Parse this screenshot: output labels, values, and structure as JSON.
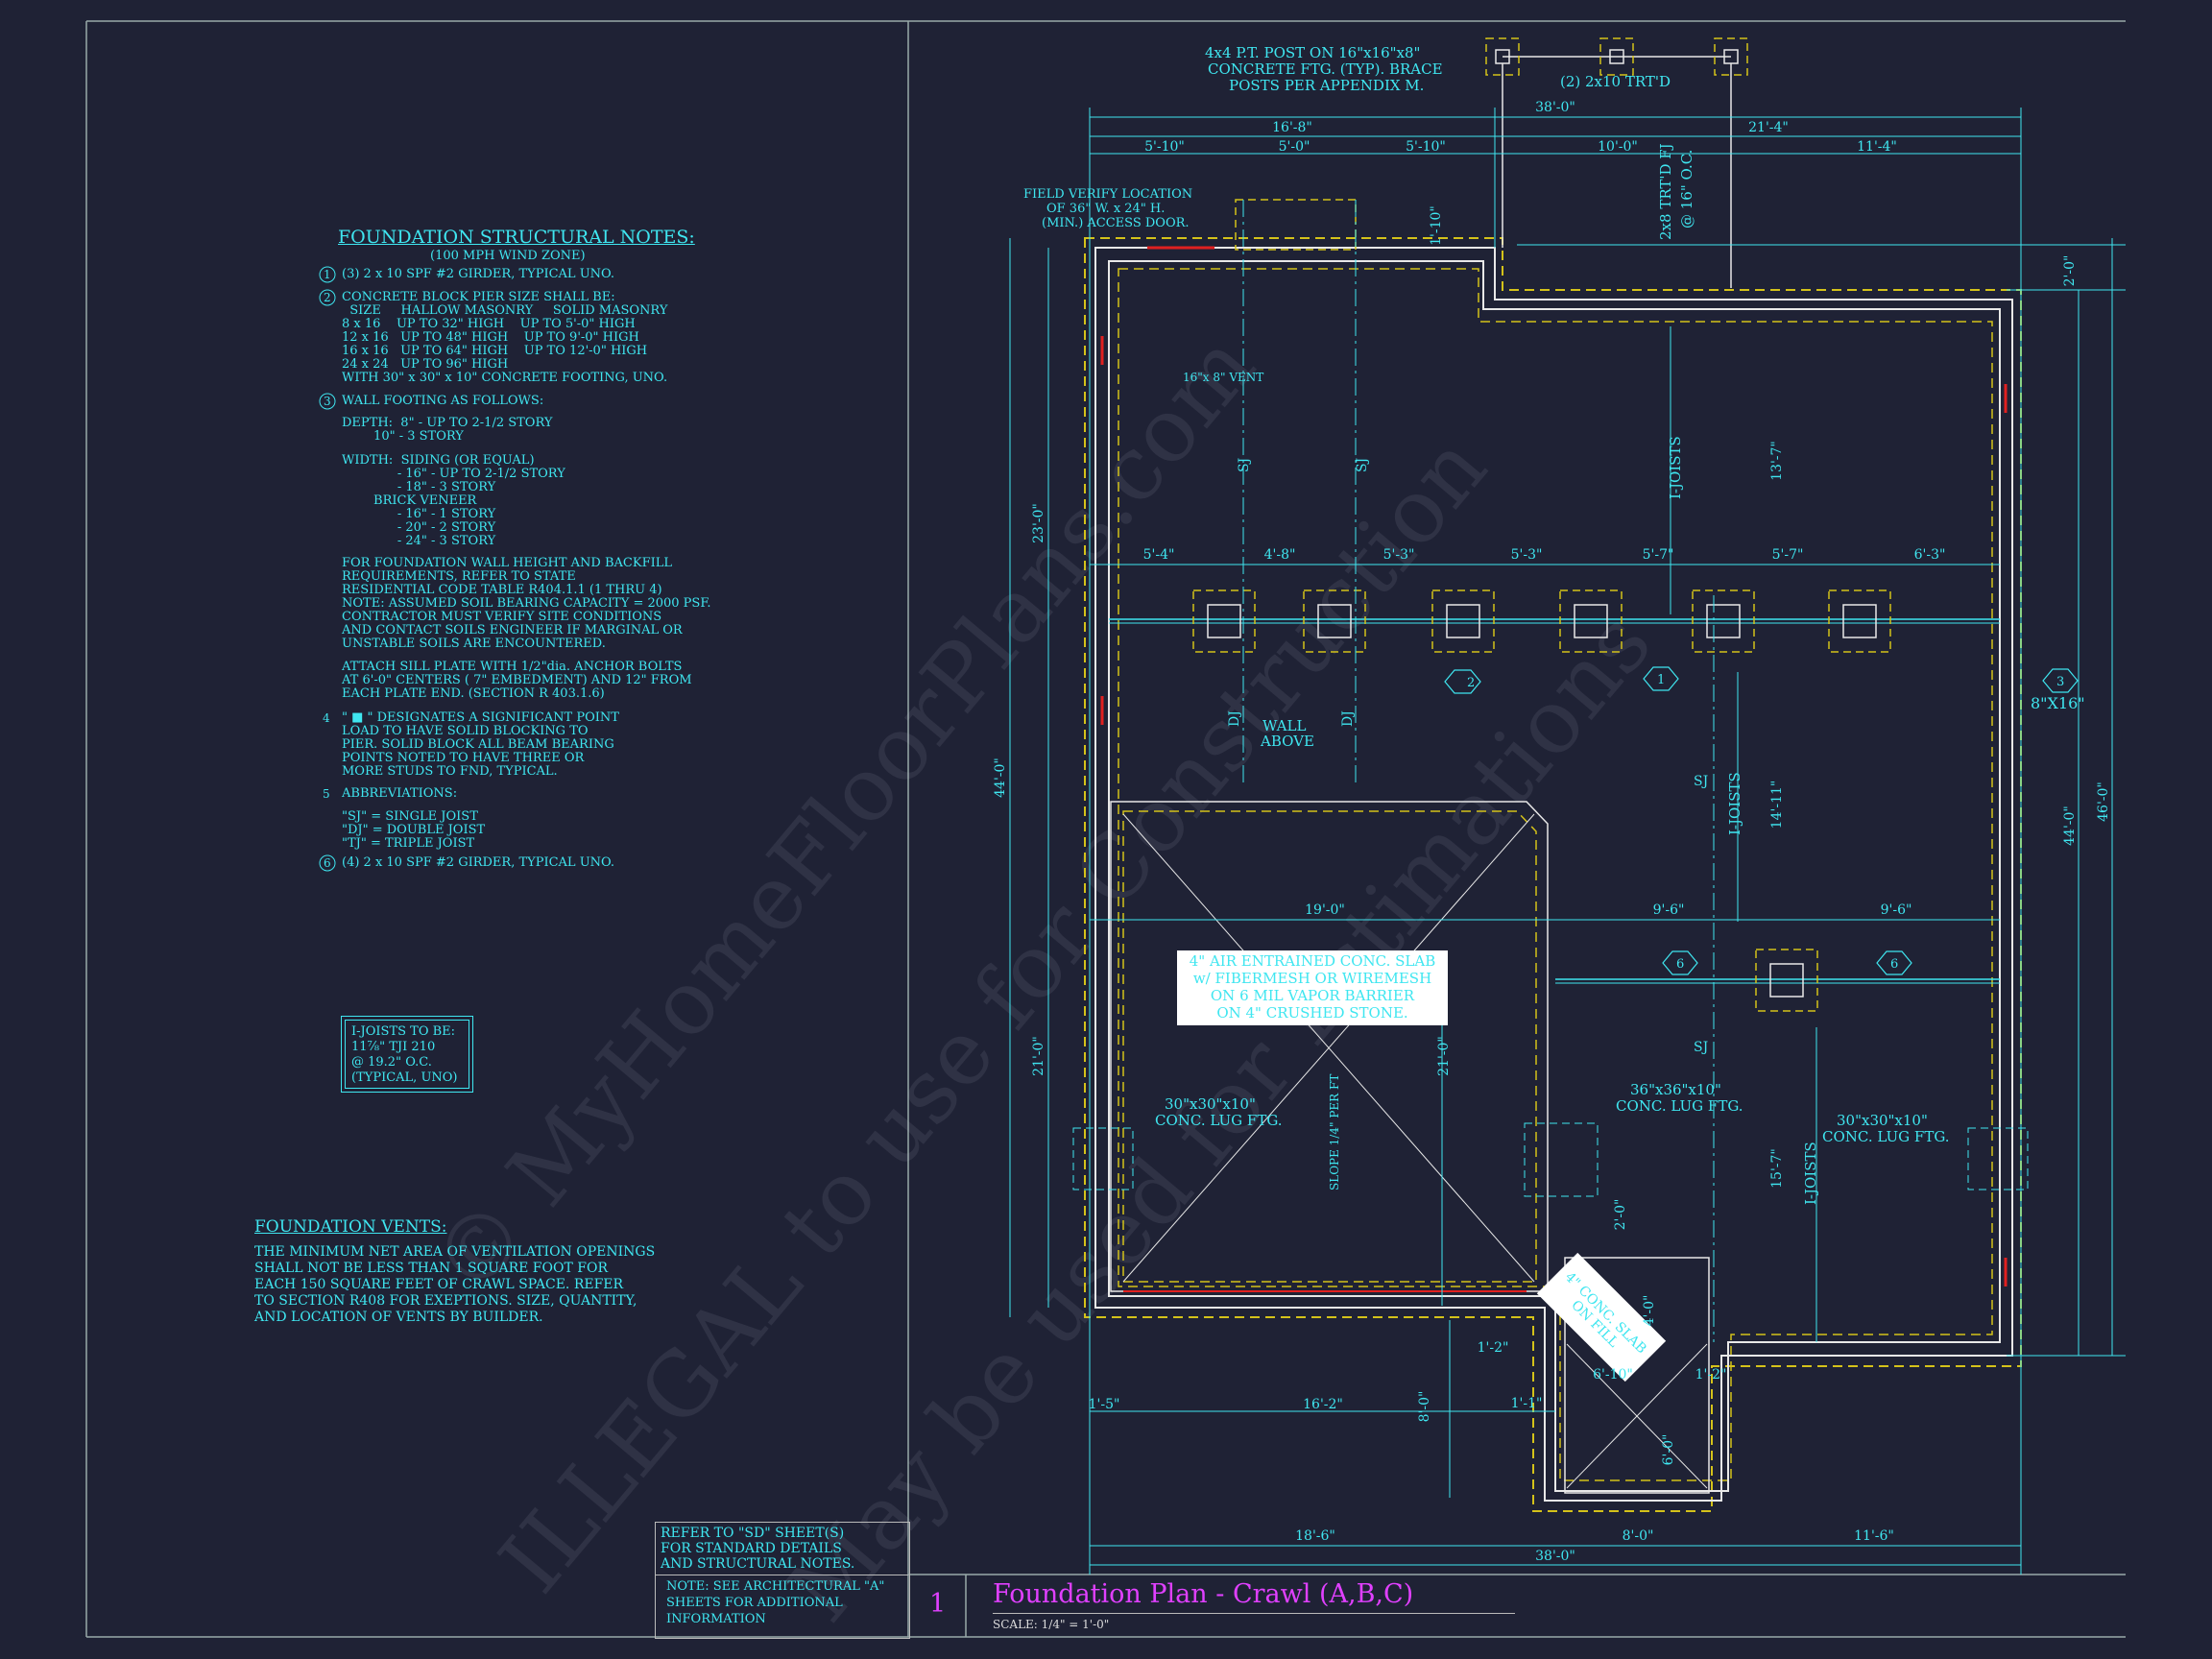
{
  "notes": {
    "title": "FOUNDATION STRUCTURAL NOTES:",
    "subtitle": "(100 MPH WIND ZONE)",
    "items": [
      "(3) 2 x 10 SPF #2 GIRDER, TYPICAL UNO.",
      "CONCRETE BLOCK PIER SIZE SHALL BE:",
      "  SIZE     HALLOW MASONRY     SOLID MASONRY",
      "8 x 16    UP TO 32\" HIGH    UP TO 5'-0\" HIGH",
      "12 x 16   UP TO 48\" HIGH    UP TO 9'-0\" HIGH",
      "16 x 16   UP TO 64\" HIGH    UP TO 12'-0\" HIGH",
      "24 x 24   UP TO 96\" HIGH",
      "WITH 30\" x 30\" x 10\" CONCRETE FOOTING, UNO.",
      "WALL FOOTING AS FOLLOWS:",
      "DEPTH:  8\" - UP TO 2-1/2 STORY",
      "        10\" - 3 STORY",
      "WIDTH:  SIDING (OR EQUAL)",
      "              - 16\" - UP TO 2-1/2 STORY",
      "              - 18\" - 3 STORY",
      "        BRICK VENEER",
      "              - 16\" - 1 STORY",
      "              - 20\" - 2 STORY",
      "              - 24\" - 3 STORY",
      "FOR FOUNDATION WALL HEIGHT AND BACKFILL",
      "REQUIREMENTS, REFER TO STATE",
      "RESIDENTIAL CODE TABLE R404.1.1 (1 THRU 4)",
      "NOTE: ASSUMED SOIL BEARING CAPACITY = 2000 PSF.",
      "CONTRACTOR MUST VERIFY SITE CONDITIONS",
      "AND CONTACT SOILS ENGINEER IF MARGINAL OR",
      "UNSTABLE SOILS ARE ENCOUNTERED.",
      "ATTACH SILL PLATE WITH 1/2\"dia. ANCHOR BOLTS",
      "AT 6'-0\" CENTERS ( 7\" EMBEDMENT) AND 12\" FROM",
      "EACH PLATE END. (SECTION R 403.1.6)",
      "\" ■ \" DESIGNATES A SIGNIFICANT POINT",
      "LOAD TO HAVE SOLID BLOCKING TO",
      "PIER. SOLID BLOCK ALL BEAM BEARING",
      "POINTS NOTED TO HAVE THREE OR",
      "MORE STUDS TO FND, TYPICAL.",
      "ABBREVIATIONS:",
      "\"SJ\" = SINGLE JOIST",
      "\"DJ\" = DOUBLE JOIST",
      "\"TJ\" = TRIPLE JOIST",
      "(4) 2 x 10 SPF #2 GIRDER, TYPICAL UNO."
    ],
    "markers": [
      "1",
      "2",
      "3",
      "4",
      "5",
      "6"
    ]
  },
  "ijoist_box": [
    "I-JOISTS TO BE:",
    "11⅞\" TJI 210",
    "@ 19.2\" O.C.",
    "(TYPICAL, UNO)"
  ],
  "vents": {
    "title": "FOUNDATION VENTS:",
    "lines": [
      "THE MINIMUM NET AREA OF VENTILATION OPENINGS",
      "SHALL NOT BE LESS THAN 1 SQUARE FOOT FOR",
      "EACH 150 SQUARE FEET OF CRAWL SPACE. REFER",
      "TO SECTION R408 FOR EXEPTIONS. SIZE, QUANTITY,",
      "AND LOCATION OF VENTS BY BUILDER."
    ]
  },
  "refer_note": [
    "REFER TO \"SD\" SHEET(S)",
    "FOR STANDARD DETAILS",
    "AND STRUCTURAL NOTES."
  ],
  "arch_note": [
    "NOTE: SEE ARCHITECTURAL \"A\"",
    "SHEETS FOR ADDITIONAL",
    "INFORMATION"
  ],
  "title_block": {
    "number": "1",
    "title": "Foundation Plan - Crawl (A,B,C)",
    "scale": "SCALE: 1/4\" = 1'-0\""
  },
  "watermark": [
    "© MyHomeFloorPlans.com",
    "ILLEGAL to use for Construction",
    "May be used for Estimations"
  ],
  "colors": {
    "background": "#1f2235",
    "cyan": "#3fe6f0",
    "magenta": "#e040ff",
    "yellow": "#d4c21a",
    "red": "#e02020",
    "wall": "#e8e8e8"
  },
  "plan": {
    "post_note": [
      "4x4 P.T. POST ON 16\"x16\"x8\"",
      "CONCRETE FTG. (TYP). BRACE",
      "POSTS PER APPENDIX M."
    ],
    "trtd_beam": "(2) 2x10 TRT'D",
    "trtd_joist": "2x8 TRT'D FJ",
    "trtd_spacing": "@ 16\" O.C.",
    "access_note": [
      "FIELD VERIFY LOCATION",
      "OF 36\" W. x 24\" H.",
      "(MIN.) ACCESS DOOR."
    ],
    "vent": "16\"x 8\" VENT",
    "footing_size": "8\"X16\"",
    "wall_above": [
      "WALL",
      "ABOVE"
    ],
    "slab_note": [
      "4\" AIR ENTRAINED CONC. SLAB",
      "w/ FIBERMESH OR WIREMESH",
      "ON 6 MIL VAPOR BARRIER",
      "ON 4\" CRUSHED STONE."
    ],
    "slope": "SLOPE 1/4\" PER FT",
    "porch_slab": [
      "4\" CONC. SLAB",
      "ON FILL"
    ],
    "lug_left": [
      "30\"x30\"x10\"",
      "CONC. LUG FTG."
    ],
    "lug_mid": [
      "36\"x36\"x10\"",
      "CONC. LUG FTG."
    ],
    "lug_right": [
      "30\"x30\"x10\"",
      "CONC. LUG FTG."
    ],
    "labels": {
      "sj": "SJ",
      "dj": "DJ",
      "ijoists": "I-JOISTS"
    },
    "dims_top": [
      "38'-0\"",
      "16'-8\"",
      "21'-4\"",
      "5'-10\"",
      "5'-0\"",
      "5'-10\"",
      "10'-0\"",
      "11'-4\"",
      "1'-10\""
    ],
    "dims_beam": [
      "5'-4\"",
      "4'-8\"",
      "5'-3\"",
      "5'-3\"",
      "5'-7\"",
      "5'-7\"",
      "6'-3\""
    ],
    "dims_mid": [
      "19'-0\"",
      "9'-6\"",
      "9'-6\""
    ],
    "dims_bottom": [
      "1'-5\"",
      "16'-2\"",
      "1'-2\"",
      "1'-2\"",
      "6'-10\"",
      "18'-6\"",
      "8'-0\"",
      "11'-6\"",
      "38'-0\""
    ],
    "dims_left": [
      "23'-0\"",
      "21'-0\"",
      "44'-0\""
    ],
    "dims_right": [
      "2'-0\"",
      "44'-0\"",
      "46'-0\""
    ],
    "dims_inner": [
      "13'-7\"",
      "14'-11\"",
      "15'-7\"",
      "21'-0\"",
      "8'-0\"",
      "4'-0\"",
      "6'-0\"",
      "2'-0\"",
      "1'-1\""
    ]
  }
}
